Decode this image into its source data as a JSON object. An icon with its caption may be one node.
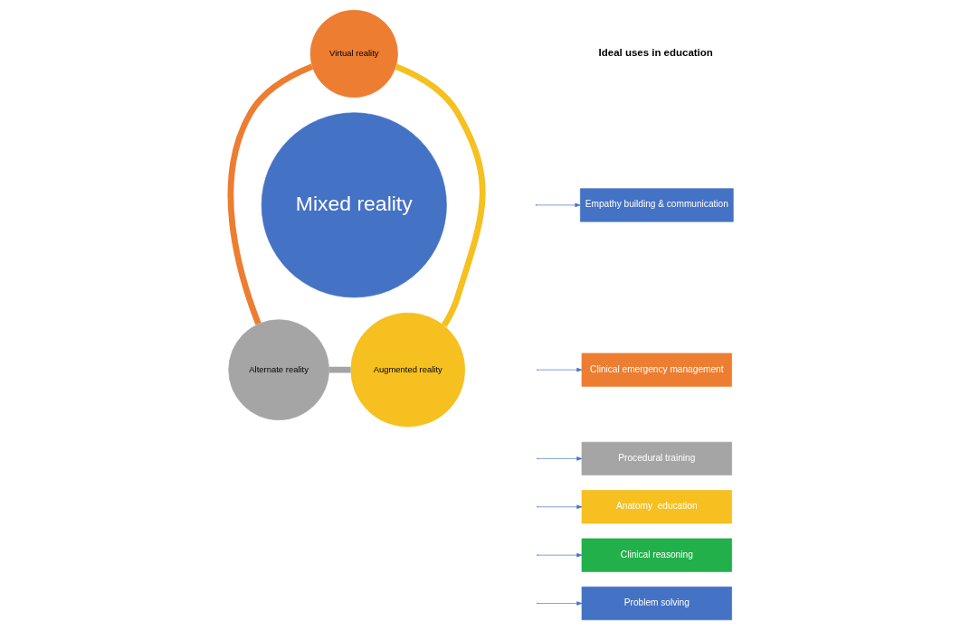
{
  "diagram": {
    "nodes": [
      {
        "text": [
          "Virtual reality"
        ]
      },
      {
        "text": [
          "Mixed reality"
        ]
      },
      {
        "text": [
          "Augmented reality"
        ]
      },
      {
        "text": [
          "Alternate reality"
        ]
      },
      {
        "text": [
          "Empathy building & communication"
        ]
      },
      {
        "text": [
          "Clinical emergency management"
        ]
      },
      {
        "text": [
          "Procedural training"
        ]
      },
      {
        "text": [
          "Anatomy  education"
        ]
      },
      {
        "text": [
          "Clinical reasoning"
        ]
      },
      {
        "text": [
          "Problem solving"
        ]
      }
    ],
    "edges": [
      {
        "from": 0,
        "to": 3,
        "arrow": "none",
        "style": "thick",
        "color": "#ed7d31"
      },
      {
        "from": 3,
        "to": 2,
        "arrow": "none",
        "style": "thick",
        "color": "#a5a5a5"
      },
      {
        "from": 2,
        "to": 0,
        "arrow": "none",
        "style": "thick",
        "color": "#f5c020"
      },
      {
        "from": null,
        "to": 4,
        "arrow": "to"
      },
      {
        "from": null,
        "to": 5,
        "arrow": "to"
      },
      {
        "from": null,
        "to": 6,
        "arrow": "to"
      },
      {
        "from": null,
        "to": 7,
        "arrow": "to"
      },
      {
        "from": null,
        "to": 8,
        "arrow": "to"
      },
      {
        "from": null,
        "to": 9,
        "arrow": "to"
      }
    ],
    "labels": [
      "Ideal uses in education"
    ]
  }
}
